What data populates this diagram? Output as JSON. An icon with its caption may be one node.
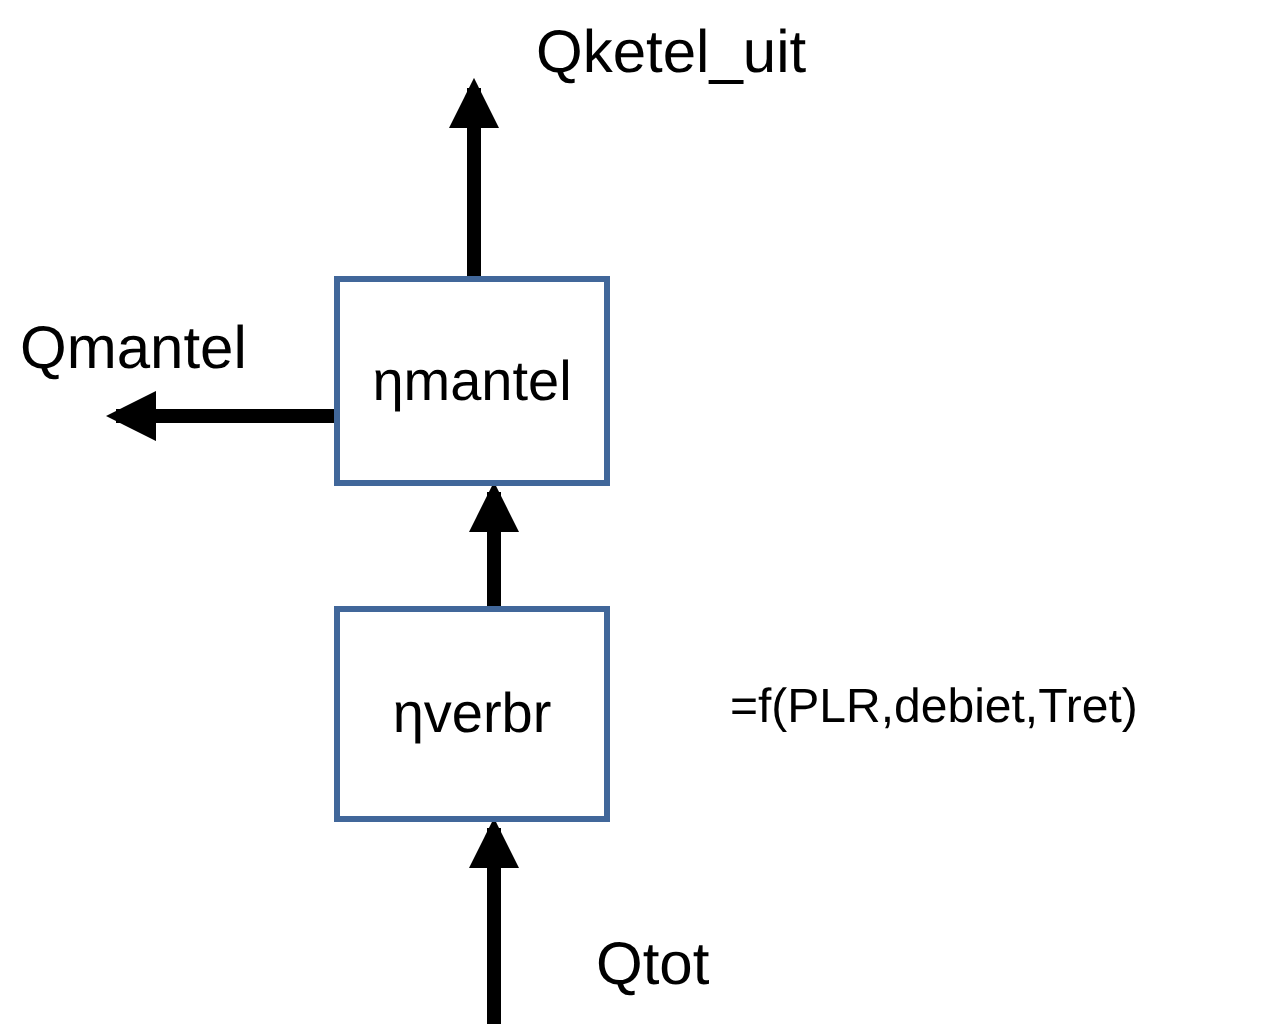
{
  "diagram": {
    "nodes": [
      {
        "text": [
          "ηmantel"
        ]
      },
      {
        "text": [
          "ηverbr"
        ],
        "beside": [
          "=f(PLR,debiet,Tret)"
        ]
      }
    ],
    "edges": [
      {
        "from": 0,
        "to": null,
        "arrow": "to",
        "label": "Qketel_uit"
      },
      {
        "from": 0,
        "to": null,
        "arrow": "to",
        "label": "Qmantel"
      },
      {
        "from": 1,
        "to": 0,
        "arrow": "to"
      },
      {
        "from": null,
        "to": 1,
        "arrow": "to",
        "label": "Qtot"
      }
    ]
  }
}
